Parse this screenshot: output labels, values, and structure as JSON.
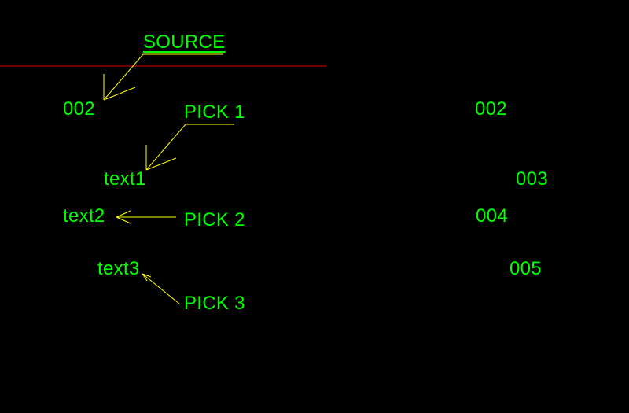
{
  "colors": {
    "background": "#000000",
    "text": "#00ff00",
    "leader": "#ffff00",
    "reference_line": "#b00000"
  },
  "callouts": {
    "source": "SOURCE",
    "pick1": "PICK 1",
    "pick2": "PICK 2",
    "pick3": "PICK 3"
  },
  "source_texts": {
    "value_002": "002",
    "text1": "text1",
    "text2": "text2",
    "text3": "text3"
  },
  "result_texts": {
    "value_002": "002",
    "value_003": "003",
    "value_004": "004",
    "value_005": "005"
  }
}
